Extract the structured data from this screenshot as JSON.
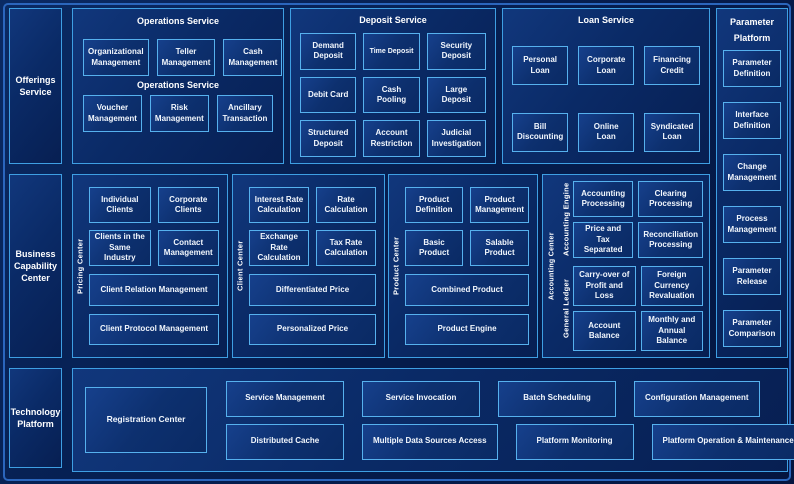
{
  "colors": {
    "background": "#051c4c",
    "frame": "#2b66bd",
    "panel_border": "#3e9fe3",
    "node_border": "#56b1ee",
    "node_fill": "#0d306f",
    "text": "#ffffff"
  },
  "left_rail": {
    "offerings_label": "Offerings Service",
    "business_label": "Business Capability Center",
    "technology_label": "Technology Platform"
  },
  "operations_service": {
    "title": "Operations Service",
    "subtitle": "Operations Service",
    "row1": [
      "Organizational Management",
      "Teller Management",
      "Cash Management"
    ],
    "row2": [
      "Voucher Management",
      "Risk Management",
      "Ancillary Transaction"
    ]
  },
  "deposit_service": {
    "title": "Deposit Service",
    "items": [
      "Demand Deposit",
      "Time Deposit",
      "Security Deposit",
      "Debit Card",
      "Cash Pooling",
      "Large Deposit",
      "Structured Deposit",
      "Account Restriction",
      "Judicial Investigation"
    ]
  },
  "loan_service": {
    "title": "Loan Service",
    "items": [
      "Personal Loan",
      "Corporate Loan",
      "Financing Credit",
      "Bill Discounting",
      "Online Loan",
      "Syndicated Loan"
    ]
  },
  "parameter_platform": {
    "title_line1": "Parameter",
    "title_line2": "Platform",
    "items": [
      "Parameter Definition",
      "Interface Definition",
      "Change Management",
      "Process Management",
      "Parameter Release",
      "Parameter Comparison"
    ]
  },
  "pricing_center": {
    "label": "Pricing Center",
    "grid": [
      "Individual Clients",
      "Corporate Clients",
      "Clients in the Same Industry",
      "Contact Management"
    ],
    "wide": [
      "Client Relation Management",
      "Client Protocol Management"
    ]
  },
  "client_center": {
    "label": "Client Center",
    "grid": [
      "Interest Rate Calculation",
      "Rate Calculation",
      "Exchange Rate Calculation",
      "Tax Rate Calculation"
    ],
    "wide": [
      "Differentiated Price",
      "Personalized Price"
    ]
  },
  "product_center": {
    "label": "Product Center",
    "grid": [
      "Product Definition",
      "Product Management",
      "Basic Product",
      "Salable Product"
    ],
    "wide": [
      "Combined Product",
      "Product Engine"
    ]
  },
  "accounting_center": {
    "label": "Accounting Center",
    "engine": {
      "label": "Accounting Engine",
      "items": [
        "Accounting Processing",
        "Clearing Processing",
        "Price and Tax Separated",
        "Reconciliation Processing"
      ]
    },
    "ledger": {
      "label": "General Ledger",
      "items": [
        "Carry-over of Profit and Loss",
        "Foreign Currency Revaluation",
        "Account Balance",
        "Monthly and Annual Balance"
      ]
    }
  },
  "technology_platform": {
    "registration": "Registration Center",
    "row1": [
      "Service Management",
      "Service Invocation",
      "Batch Scheduling",
      "Configuration Management"
    ],
    "row2": [
      "Distributed Cache",
      "Multiple Data Sources Access",
      "Platform Monitoring",
      "Platform Operation & Maintenance"
    ]
  }
}
